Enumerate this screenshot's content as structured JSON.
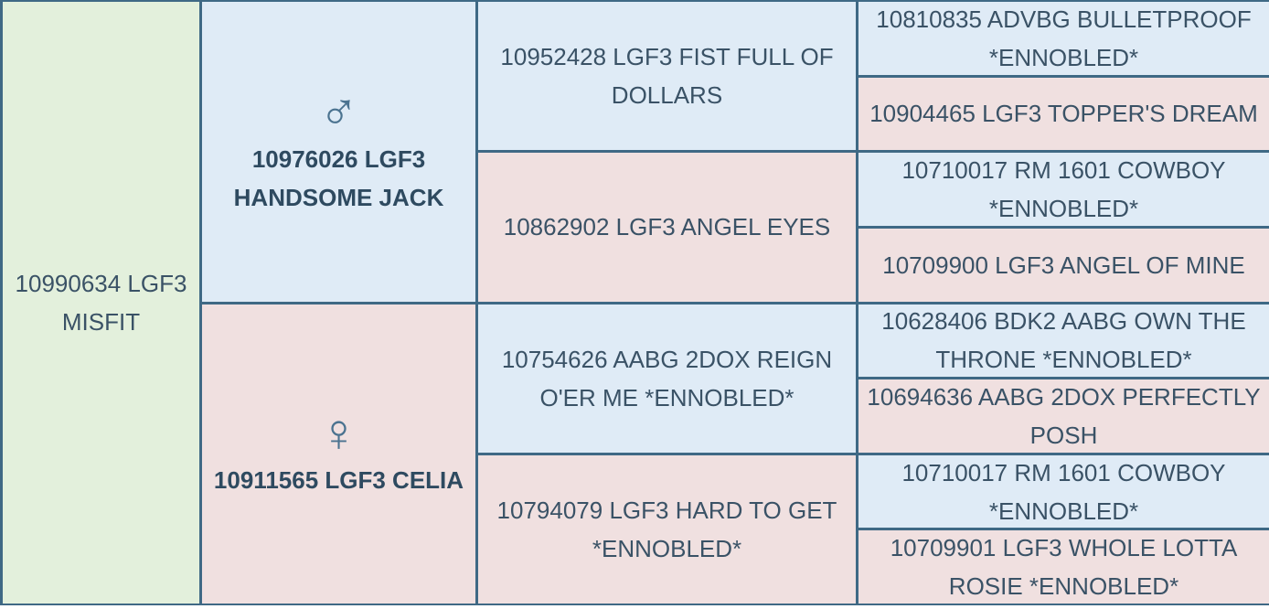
{
  "subject": {
    "name": "10990634 LGF3 MISFIT"
  },
  "sire": {
    "icon": "male-icon",
    "icon_glyph": "♂",
    "name": "10976026 LGF3 HANDSOME JACK"
  },
  "dam": {
    "icon": "female-icon",
    "icon_glyph": "♀",
    "name": "10911565 LGF3 CELIA"
  },
  "grandparents": {
    "sire_sire": "10952428 LGF3 FIST FULL OF DOLLARS",
    "sire_dam": "10862902 LGF3 ANGEL EYES",
    "dam_sire": "10754626 AABG 2DOX REIGN O'ER ME *ENNOBLED*",
    "dam_dam": "10794079 LGF3 HARD TO GET *ENNOBLED*"
  },
  "great_grandparents": [
    "10810835 ADVBG BULLETPROOF *ENNOBLED*",
    "10904465 LGF3 TOPPER'S DREAM",
    "10710017 RM 1601 COWBOY *ENNOBLED*",
    "10709900 LGF3 ANGEL OF MINE",
    "10628406 BDK2 AABG OWN THE THRONE *ENNOBLED*",
    "10694636 AABG 2DOX PERFECTLY POSH",
    "10710017 RM 1601 COWBOY *ENNOBLED*",
    "10709901 LGF3 WHOLE LOTTA ROSIE *ENNOBLED*"
  ],
  "colors": {
    "border": "#3f6985",
    "subject_bg": "#e3f0dc",
    "male_bg": "#dfebf6",
    "female_bg": "#f0e0e0",
    "text": "#3a5266",
    "icon": "#4b7390"
  }
}
